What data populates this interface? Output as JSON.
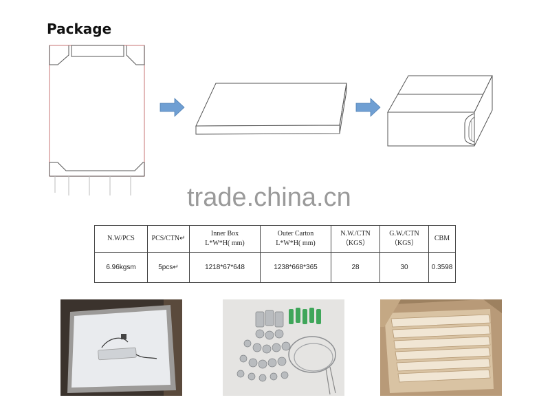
{
  "title": "Package",
  "watermark": "trade.china.cn",
  "table": {
    "headers": [
      [
        "N.W/PCS",
        ""
      ],
      [
        "PCS/CTN↵",
        ""
      ],
      [
        "Inner Box",
        "L*W*H( mm)"
      ],
      [
        "Outer Carton",
        "L*W*H( mm)"
      ],
      [
        "N.W./CTN",
        "（KGS）"
      ],
      [
        "G.W./CTN",
        "（KGS）"
      ],
      [
        "CBM",
        ""
      ]
    ],
    "values": [
      "6.96kgsm",
      "5pcs↵",
      "1218*67*648",
      "1238*668*365",
      "28",
      "30",
      "0.3598"
    ]
  },
  "colors": {
    "arrow": "#6f9fd3",
    "panel_outline": "#d08a8a"
  },
  "icons": [
    "panel-corner-protector-icon",
    "arrow-right-icon",
    "inner-box-icon",
    "outer-carton-icon"
  ]
}
